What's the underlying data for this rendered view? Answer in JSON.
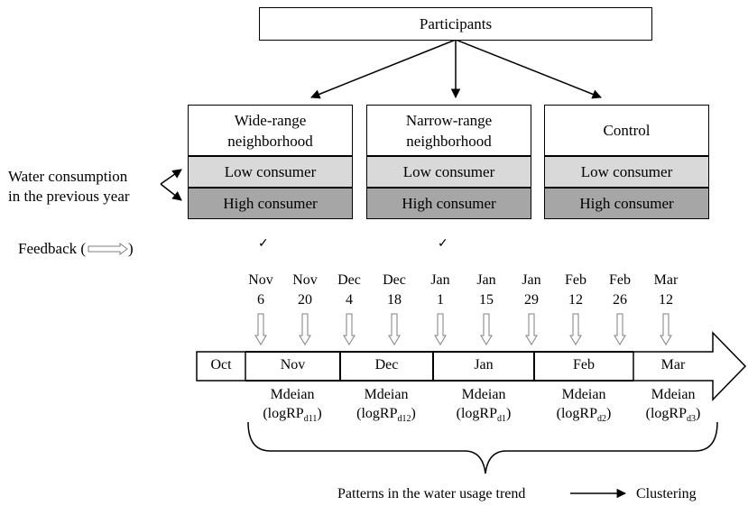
{
  "participants": "Participants",
  "groups": [
    {
      "title": [
        "Wide-range",
        "neighborhood"
      ],
      "low": "Low consumer",
      "high": "High consumer"
    },
    {
      "title": [
        "Narrow-range",
        "neighborhood"
      ],
      "low": "Low consumer",
      "high": "High consumer"
    },
    {
      "title": [
        "Control",
        ""
      ],
      "low": "Low consumer",
      "high": "High consumer"
    }
  ],
  "water_label": [
    "Water consumption",
    "in the previous year"
  ],
  "feedback_label": "Feedback (",
  "feedback_close": ")",
  "check": "✓",
  "dates": [
    {
      "m": "Nov",
      "d": "6"
    },
    {
      "m": "Nov",
      "d": "20"
    },
    {
      "m": "Dec",
      "d": "4"
    },
    {
      "m": "Dec",
      "d": "18"
    },
    {
      "m": "Jan",
      "d": "1"
    },
    {
      "m": "Jan",
      "d": "15"
    },
    {
      "m": "Jan",
      "d": "29"
    },
    {
      "m": "Feb",
      "d": "12"
    },
    {
      "m": "Feb",
      "d": "26"
    },
    {
      "m": "Mar",
      "d": "12"
    }
  ],
  "months": [
    "Oct",
    "Nov",
    "Dec",
    "Jan",
    "Feb",
    "Mar"
  ],
  "medians": [
    {
      "word": "Mdeian",
      "pre": "(logRP",
      "sub": "d11",
      "post": ")"
    },
    {
      "word": "Mdeian",
      "pre": "(logRP",
      "sub": "d12",
      "post": ")"
    },
    {
      "word": "Mdeian",
      "pre": "(logRP",
      "sub": "d1",
      "post": ")"
    },
    {
      "word": "Mdeian",
      "pre": "(logRP",
      "sub": "d2",
      "post": ")"
    },
    {
      "word": "Mdeian",
      "pre": "(logRP",
      "sub": "d3",
      "post": ")"
    }
  ],
  "patterns": "Patterns in the water usage trend",
  "clustering": "Clustering"
}
